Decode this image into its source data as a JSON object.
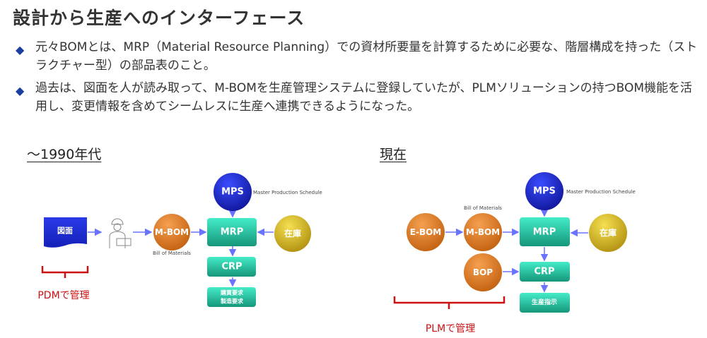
{
  "title": "設計から生産へのインターフェース",
  "bullets": [
    "元々BOMとは、MRP（Material Resource Planning）での資材所要量を計算するために必要な、階層構成を持った（ストラクチャー型）の部品表のこと。",
    "過去は、図面を人が読み取って、M-BOMを生産管理システムに登録していたが、PLMソリューションの持つBOM機能を活用し、変更情報を含めてシームレスに生産へ連携できるようになった。"
  ],
  "left": {
    "heading": "～1990年代",
    "drawing": "図面",
    "mbom": "M-BOM",
    "mbom_note": "Bill of Materials",
    "mps": "MPS",
    "mps_note": "Master Production Schedule",
    "mrp": "MRP",
    "stock": "在庫",
    "crp": "CRP",
    "req1": "購買要求",
    "req2": "製造要求",
    "managed": "PDMで管理"
  },
  "right": {
    "heading": "現在",
    "ebom": "E-BOM",
    "mbom": "M-BOM",
    "mbom_note": "Bill of Materials",
    "bop": "BOP",
    "mps": "MPS",
    "mps_note": "Master Production Schedule",
    "mrp": "MRP",
    "stock": "在庫",
    "crp": "CRP",
    "order": "生産指示",
    "managed": "PLMで管理"
  },
  "colors": {
    "orange": "#e07a1f",
    "blue": "#1a22d0",
    "teal": "#22b89a",
    "yellow": "#e0c020",
    "arrow": "#6a73ff",
    "bracket": "#cc1111"
  }
}
